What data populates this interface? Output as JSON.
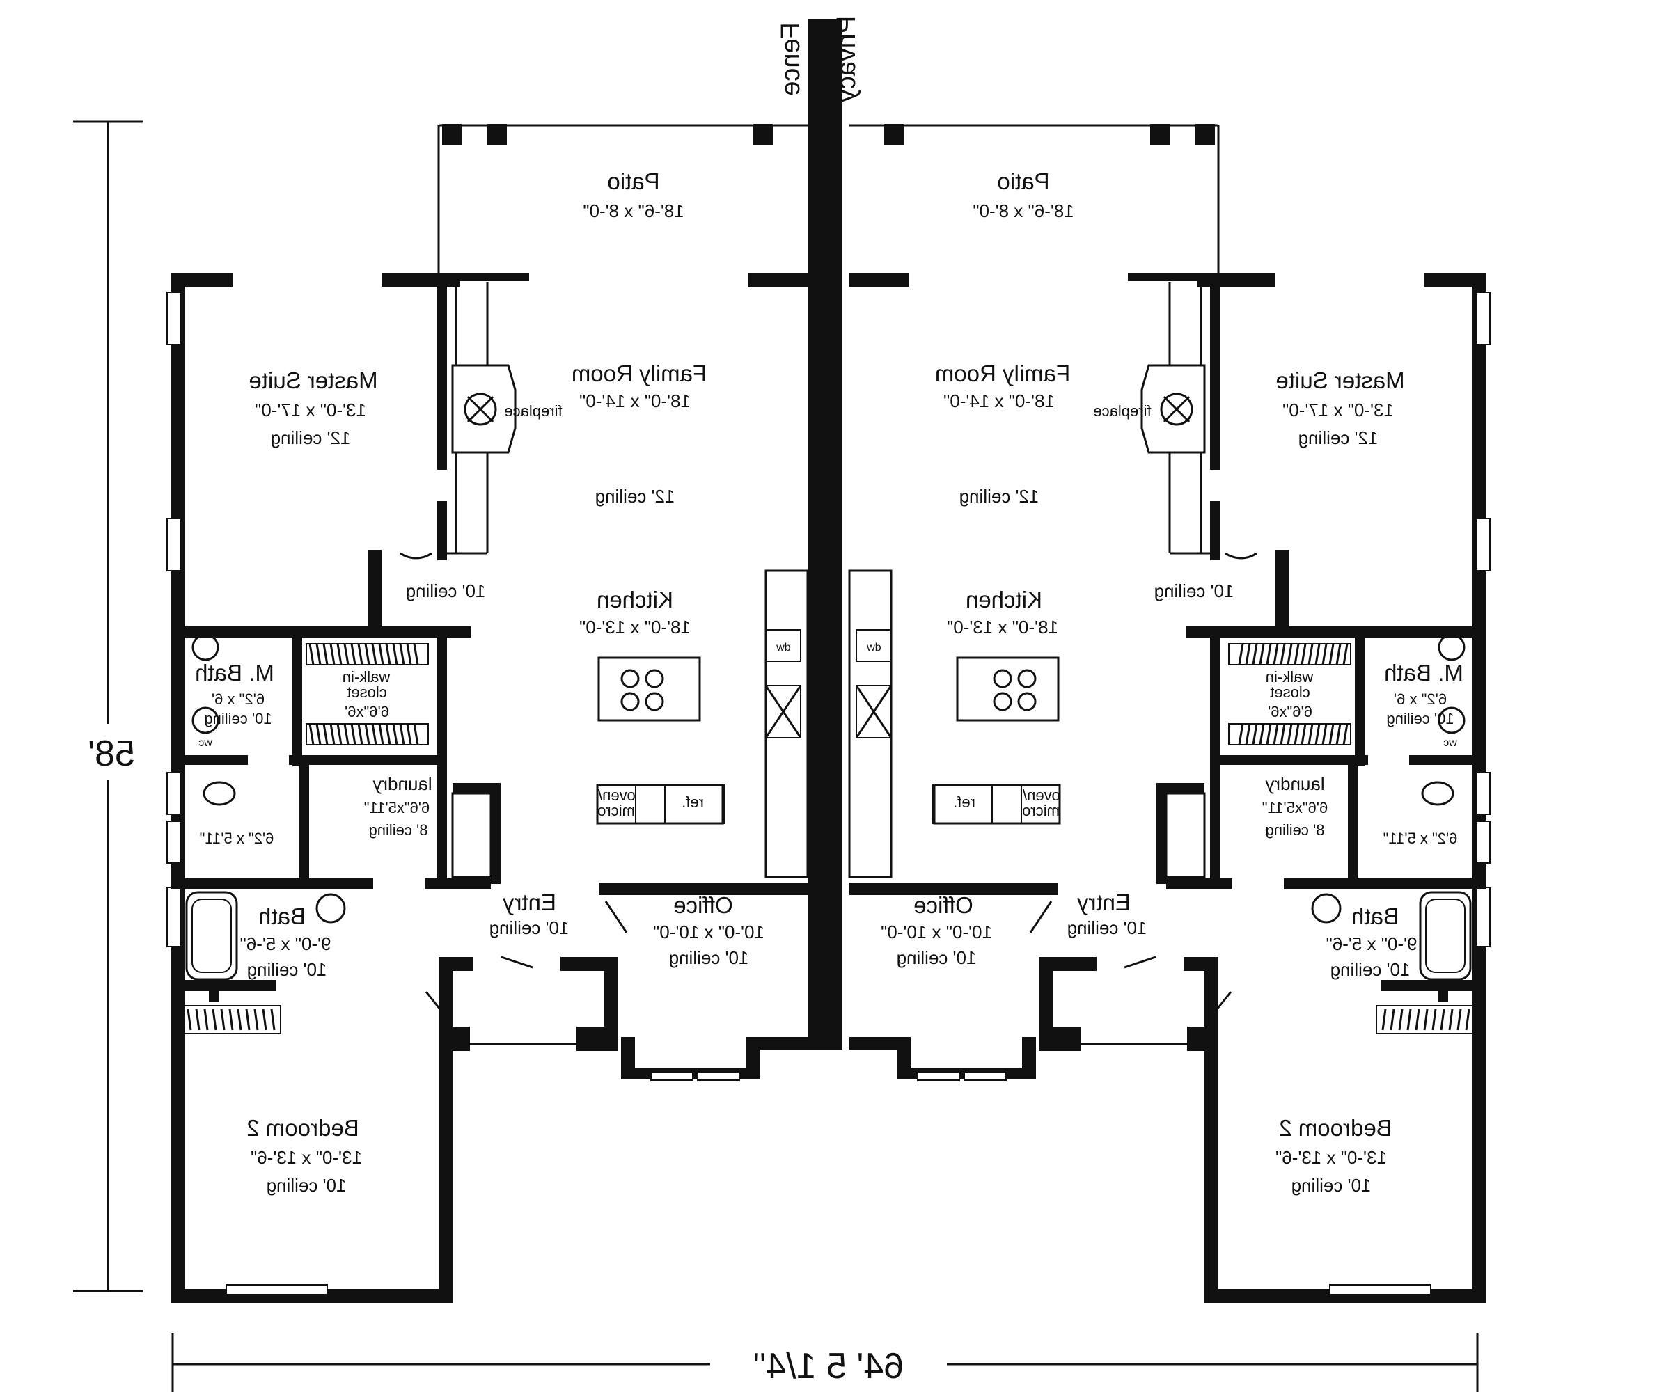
{
  "overall": {
    "depth": "58'",
    "width": "64' 5 1/4\""
  },
  "fence": {
    "line1": "Privacy",
    "line2": "Fence"
  },
  "units": [
    {
      "patio": {
        "name": "Patio",
        "dim": "18'-6\" x 8'-0\""
      },
      "family_room": {
        "name": "Family Room",
        "dim": "18'-0\" x 14'-0\"",
        "ceiling": "12' ceiling",
        "fireplace": "fireplace"
      },
      "master_suite": {
        "name": "Master Suite",
        "dim": "13'-0\" x 17'-0\"",
        "ceiling": "12' ceiling"
      },
      "hall_ceiling": "10' ceiling",
      "kitchen": {
        "name": "Kitchen",
        "dim": "18'-0\" x 13'-0\"",
        "dw": "dw",
        "ref": "ref.",
        "oven": "oven/",
        "micro": "micro"
      },
      "master_bath": {
        "name": "M. Bath",
        "dim": "6'2\" x 6'",
        "ceiling": "10' ceiling",
        "wc": "wc"
      },
      "closet": {
        "name": "walk-in",
        "name2": "closet",
        "dim": "6'6\"x6'"
      },
      "laundry": {
        "name": "laundry",
        "dim": "6'6\"x5'11\"",
        "ceiling": "8' ceiling"
      },
      "shower_dim": "6'2\" x 5'11\"",
      "bath": {
        "name": "Bath",
        "dim": "9'-0\" x 5'-6\"",
        "ceiling": "10' ceiling"
      },
      "entry": {
        "name": "Entry",
        "ceiling": "10' ceiling"
      },
      "office": {
        "name": "Office",
        "dim": "10'-0\" x 10'-0\"",
        "ceiling": "10' ceiling"
      },
      "bedroom2": {
        "name": "Bedroom 2",
        "dim": "13'-0\" x 13'-6\"",
        "ceiling": "10' ceiling"
      }
    },
    {
      "patio": {
        "name": "Patio",
        "dim": "18'-6\" x 8'-0\""
      },
      "family_room": {
        "name": "Family Room",
        "dim": "18'-0\" x 14'-0\"",
        "ceiling": "12' ceiling",
        "fireplace": "fireplace"
      },
      "master_suite": {
        "name": "Master Suite",
        "dim": "13'-0\" x 17'-0\"",
        "ceiling": "12' ceiling"
      },
      "hall_ceiling": "10' ceiling",
      "kitchen": {
        "name": "Kitchen",
        "dim": "18'-0\" x 13'-0\"",
        "dw": "dw",
        "ref": "ref.",
        "oven": "oven/",
        "micro": "micro"
      },
      "master_bath": {
        "name": "M. Bath",
        "dim": "6'2\" x 6'",
        "ceiling": "10' ceiling",
        "wc": "wc"
      },
      "closet": {
        "name": "walk-in",
        "name2": "closet",
        "dim": "6'6\"x6'"
      },
      "laundry": {
        "name": "laundry",
        "dim": "6'6\"x5'11\"",
        "ceiling": "8' ceiling"
      },
      "shower_dim": "6'2\" x 5'11\"",
      "bath": {
        "name": "Bath",
        "dim": "9'-0\" x 5'-6\"",
        "ceiling": "10' ceiling"
      },
      "entry": {
        "name": "Entry",
        "ceiling": "10' ceiling"
      },
      "office": {
        "name": "Office",
        "dim": "10'-0\" x 10'-0\"",
        "ceiling": "10' ceiling"
      },
      "bedroom2": {
        "name": "Bedroom 2",
        "dim": "13'-0\" x 13'-6\"",
        "ceiling": "10' ceiling"
      }
    }
  ]
}
